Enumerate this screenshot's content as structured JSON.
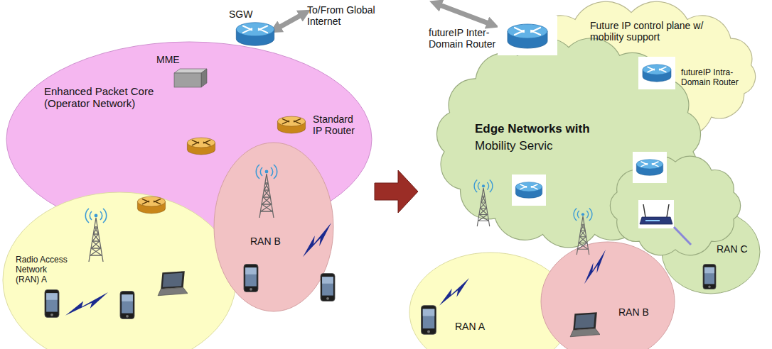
{
  "diagram": {
    "nodes": [
      {
        "text": [
          "Enhanced Packet Core (Operator Network)"
        ]
      },
      {
        "text": [
          "Radio Access Network (RAN) A"
        ]
      },
      {
        "text": [
          "RAN B"
        ]
      },
      {
        "text": [
          "Future IP control plane w/ mobility support"
        ]
      },
      {
        "text": [
          "Edge Networks with",
          "Mobility Servic"
        ]
      },
      {
        "text": [
          "RAN A"
        ]
      },
      {
        "text": [
          "RAN B"
        ]
      },
      {
        "text": [
          "RAN C"
        ]
      }
    ],
    "labels": [
      "To/From Global Internet",
      "SGW",
      "MME",
      "Standard IP Router",
      "futureIP Inter-Domain Router",
      "futureIP Intra-Domain Router"
    ]
  }
}
